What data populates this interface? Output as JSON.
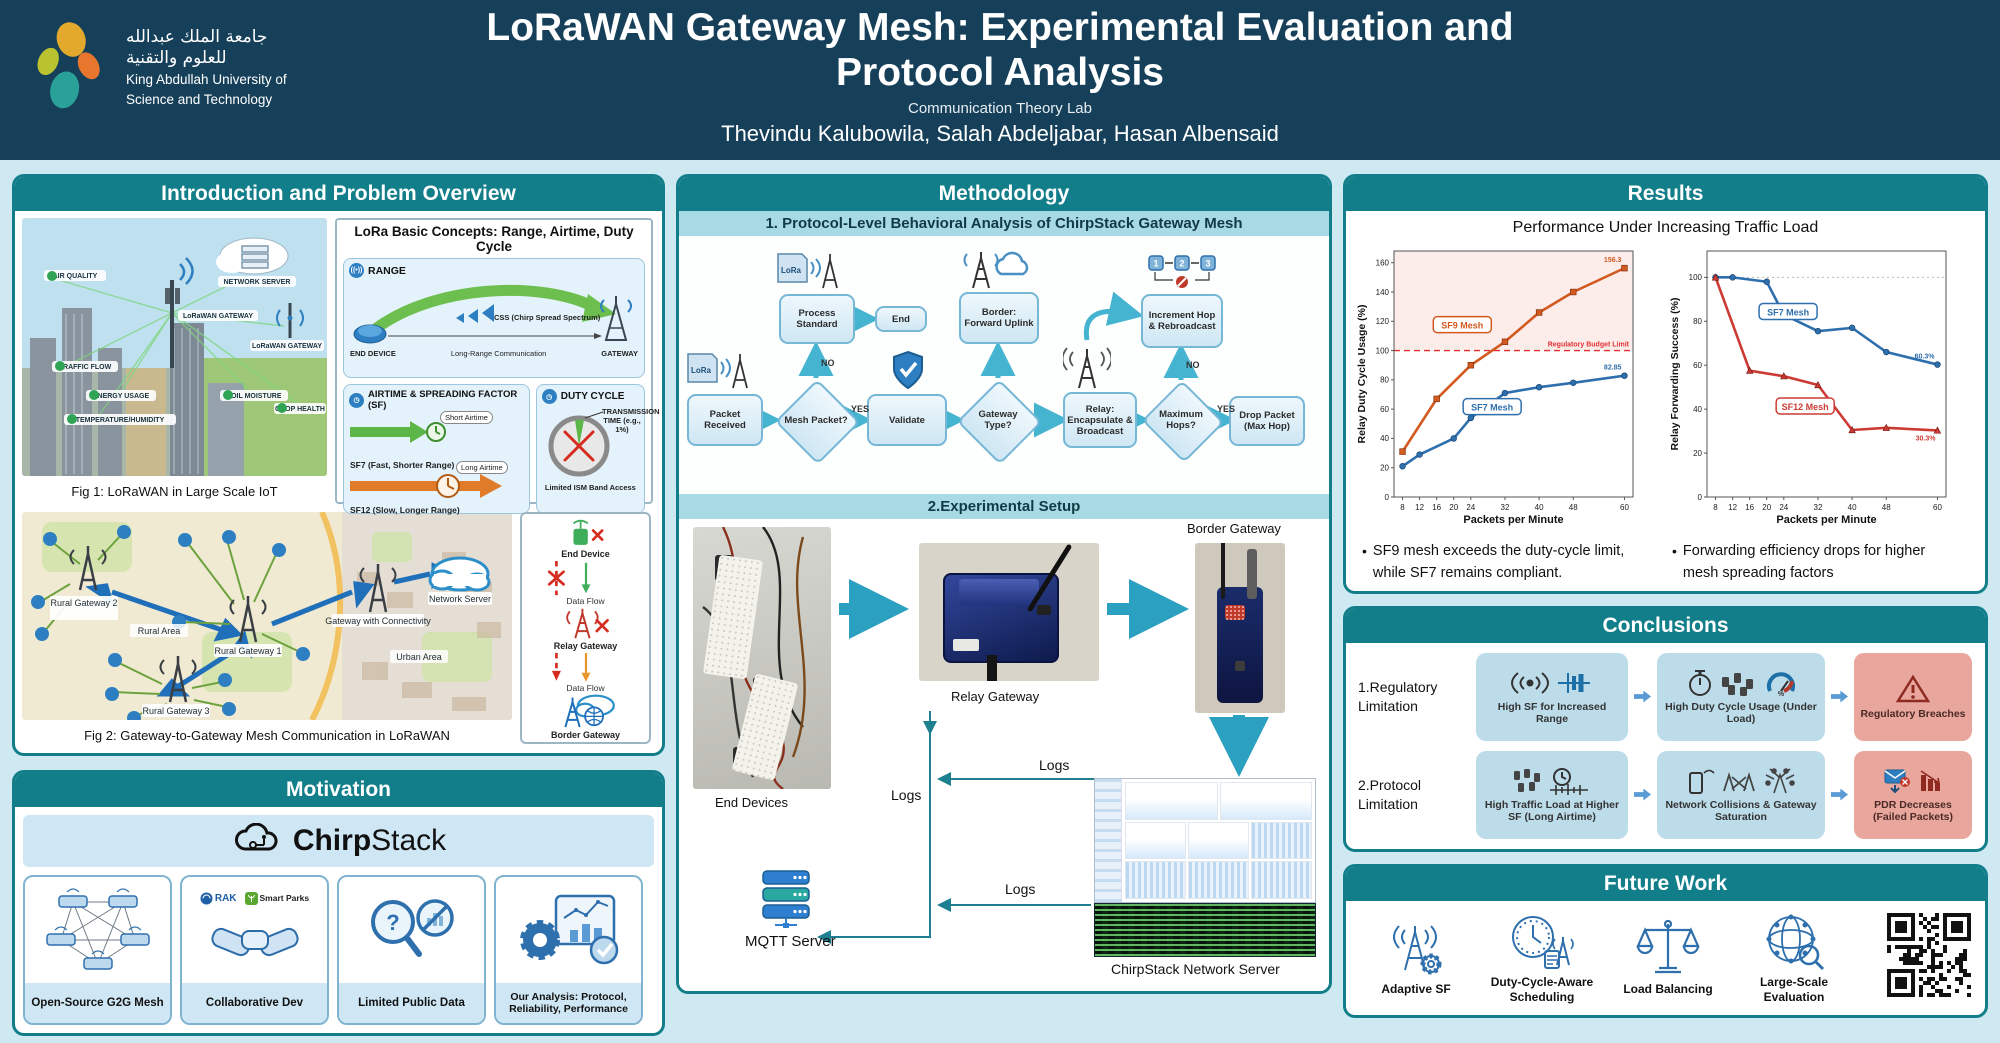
{
  "header": {
    "title1": "LoRaWAN Gateway Mesh: Experimental Evaluation and",
    "title2": "Protocol Analysis",
    "lab": "Communication Theory Lab",
    "authors": "Thevindu Kalubowila, Salah Abdeljabar, Hasan Albensaid",
    "univ_ar1": "جامعة الملك عبدالله",
    "univ_ar2": "للعلوم والتقنية",
    "univ_en1": "King Abdullah University of",
    "univ_en2": "Science and Technology"
  },
  "intro": {
    "title": "Introduction and Problem Overview",
    "fig1": {
      "caption": "Fig 1: LoRaWAN in Large Scale IoT",
      "labels": {
        "air": "AIR QUALITY",
        "traffic": "TRAFFIC FLOW",
        "energy": "ENERGY USAGE",
        "temp": "TEMPERATURE/HUMIDITY",
        "network": "NETWORK SERVER",
        "gw1": "LoRaWAN GATEWAY",
        "gw2": "LoRaWAN GATEWAY",
        "soil": "SOIL MOISTURE",
        "crop": "CROP HEALTH"
      }
    },
    "concepts": {
      "title": "LoRa Basic Concepts: Range, Airtime, Duty Cycle",
      "range_label": "RANGE",
      "end_device": "END DEVICE",
      "css": "CSS (Chirp Spread Spectrum)",
      "long_range": "Long-Range Communication",
      "gateway": "GATEWAY",
      "airtime_label": "AIRTIME & SPREADING FACTOR (SF)",
      "short_airtime": "Short Airtime",
      "sf7": "SF7 (Fast, Shorter Range)",
      "long_airtime": "Long Airtime",
      "sf12": "SF12 (Slow, Longer Range)",
      "duty_label": "DUTY CYCLE",
      "transmission": "TRANSMISSION TIME (e.g., 1%)",
      "limited": "Limited ISM Band Access"
    },
    "fig2": {
      "caption": "Fig 2: Gateway-to-Gateway Mesh Communication in LoRaWAN",
      "labels": {
        "rg2": "Rural Gateway 2",
        "rural_area": "Rural Area",
        "rg1": "Rural Gateway 1",
        "rg3": "Rural Gateway 3",
        "gwc": "Gateway with Connectivity",
        "ns": "Network Server",
        "urban": "Urban Area"
      }
    },
    "legend": {
      "end": "End Device",
      "flow1": "Data Flow",
      "relay": "Relay Gateway",
      "flow2": "Data Flow",
      "border": "Border Gateway"
    }
  },
  "motivation": {
    "title": "Motivation",
    "brand_bold": "Chirp",
    "brand_light": "Stack",
    "cards": [
      {
        "label": "Open-Source G2G Mesh"
      },
      {
        "label": "Collaborative Dev",
        "partner1": "RAK",
        "partner2": "Smart Parks"
      },
      {
        "label": "Limited Public Data"
      },
      {
        "label": "Our Analysis: Protocol, Reliability, Performance"
      }
    ]
  },
  "methodology": {
    "title": "Methodology",
    "sub1": "1. Protocol-Level Behavioral Analysis of ChirpStack Gateway Mesh",
    "sub2": "2.Experimental Setup",
    "flow": {
      "lora1": "LoRa",
      "lora2": "LoRa",
      "packet_received": "Packet Received",
      "mesh_packet": "Mesh Packet?",
      "no1": "NO",
      "yes1": "YES",
      "process_standard": "Process Standard",
      "end": "End",
      "validate": "Validate",
      "gateway_type": "Gateway Type?",
      "border_forward": "Border: Forward Uplink",
      "relay": "Relay: Encapsulate & Broadcast",
      "max_hops": "Maximum Hops?",
      "no2": "NO",
      "yes2": "YES",
      "increment": "Increment Hop & Rebroadcast",
      "drop": "Drop Packet (Max Hop)"
    },
    "setup": {
      "end_devices": "End Devices",
      "relay_gateway": "Relay Gateway",
      "border_gateway": "Border Gateway",
      "logs1": "Logs",
      "logs2": "Logs",
      "logs3": "Logs",
      "mqtt": "MQTT Server",
      "chirpstack": "ChirpStack Network Server"
    }
  },
  "results": {
    "title": "Results",
    "chart_title": "Performance Under Increasing Traffic Load",
    "bullets": [
      "SF9 mesh exceeds the duty-cycle limit, while SF7 remains compliant.",
      "Forwarding efficiency drops for higher mesh spreading factors"
    ]
  },
  "chart_data": [
    {
      "type": "line",
      "xlabel": "Packets per Minute",
      "ylabel": "Relay Duty Cycle Usage (%)",
      "x_ticks": [
        8,
        12,
        16,
        20,
        24,
        32,
        40,
        48,
        60
      ],
      "xlim": [
        6,
        62
      ],
      "ylim": [
        0,
        168
      ],
      "y_ticks": [
        0,
        20,
        40,
        60,
        80,
        100,
        120,
        140,
        160
      ],
      "shaded_above": 100,
      "reference_line": {
        "y": 100,
        "label": "Regulatory Budget Limit",
        "color": "#e03131"
      },
      "series": [
        {
          "name": "SF9 Mesh",
          "color": "#d2591f",
          "marker": "square",
          "x": [
            8,
            16,
            24,
            32,
            40,
            48,
            60
          ],
          "y": [
            31,
            67,
            90,
            106,
            126,
            140,
            156.3
          ],
          "end_label": "156.3",
          "label_x": 22,
          "label_y": 117
        },
        {
          "name": "SF7 Mesh",
          "color": "#2e6fad",
          "marker": "circle",
          "x": [
            8,
            12,
            20,
            24,
            32,
            40,
            48,
            60
          ],
          "y": [
            21,
            29,
            40,
            54,
            71,
            75,
            78,
            82.85
          ],
          "end_label": "82.85",
          "label_x": 29,
          "label_y": 61
        }
      ]
    },
    {
      "type": "line",
      "xlabel": "Packets per Minute",
      "ylabel": "Relay Forwarding Success (%)",
      "x_ticks": [
        8,
        12,
        16,
        20,
        24,
        32,
        40,
        48,
        60
      ],
      "xlim": [
        6,
        62
      ],
      "ylim": [
        0,
        112
      ],
      "y_ticks": [
        0,
        20,
        40,
        60,
        80,
        100
      ],
      "dotted_top": 100,
      "series": [
        {
          "name": "SF7 Mesh",
          "color": "#2e6fad",
          "marker": "circle",
          "x": [
            8,
            12,
            20,
            24,
            32,
            40,
            48,
            60
          ],
          "y": [
            100,
            100,
            98,
            83,
            75.5,
            77,
            66,
            60.3
          ],
          "end_label": "60.3%",
          "label_x": 25,
          "label_y": 84
        },
        {
          "name": "SF12 Mesh",
          "color": "#cc3b33",
          "marker": "triangle",
          "x": [
            8,
            16,
            24,
            32,
            40,
            48,
            60
          ],
          "y": [
            100,
            57.5,
            55,
            51,
            30.5,
            31.5,
            30.3
          ],
          "end_label": "30.3%",
          "end_dx": -2,
          "end_dy": 10,
          "label_x": 29,
          "label_y": 41
        }
      ]
    }
  ],
  "conclusions": {
    "title": "Conclusions",
    "rows": [
      {
        "label": "1.Regulatory Limitation",
        "steps": [
          "High SF for Increased Range",
          "High Duty Cycle Usage (Under Load)",
          "Regulatory Breaches"
        ]
      },
      {
        "label": "2.Protocol Limitation",
        "steps": [
          "High Traffic Load at Higher SF (Long Airtime)",
          "Network Collisions & Gateway Saturation",
          "PDR Decreases (Failed Packets)"
        ]
      }
    ]
  },
  "future": {
    "title": "Future Work",
    "items": [
      "Adaptive SF",
      "Duty-Cycle-Aware Scheduling",
      "Load Balancing",
      "Large-Scale Evaluation"
    ]
  },
  "colors": {
    "header_bg": "#16405a",
    "section_teal": "#117e8a",
    "page_bg": "#cfe9f3",
    "accent_blue": "#2e6fad",
    "accent_orange": "#d2591f",
    "accent_red": "#cc3b33",
    "card_blue": "#bddcea",
    "card_red": "#e9a69d",
    "flow_arrow": "#45b4d1"
  }
}
